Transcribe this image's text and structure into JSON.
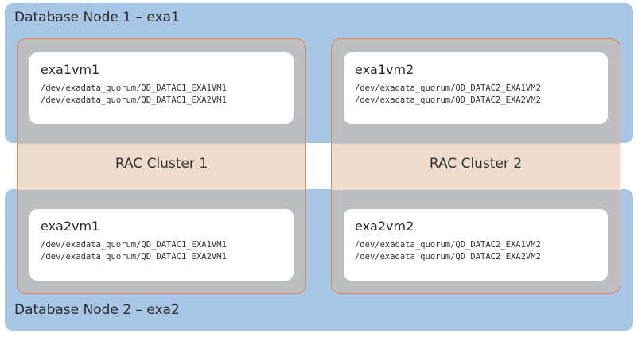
{
  "nodes": [
    {
      "label": "Database Node 1 – exa1"
    },
    {
      "label": "Database Node 2 – exa2"
    }
  ],
  "clusters": [
    {
      "label": "RAC Cluster 1"
    },
    {
      "label": "RAC Cluster 2"
    }
  ],
  "vms": {
    "exa1vm1": {
      "name": "exa1vm1",
      "paths": [
        "/dev/exadata_quorum/QD_DATAC1_EXA1VM1",
        "/dev/exadata_quorum/QD_DATAC1_EXA2VM1"
      ]
    },
    "exa1vm2": {
      "name": "exa1vm2",
      "paths": [
        "/dev/exadata_quorum/QD_DATAC2_EXA1VM2",
        "/dev/exadata_quorum/QD_DATAC2_EXA2VM2"
      ]
    },
    "exa2vm1": {
      "name": "exa2vm1",
      "paths": [
        "/dev/exadata_quorum/QD_DATAC1_EXA1VM1",
        "/dev/exadata_quorum/QD_DATAC1_EXA2VM1"
      ]
    },
    "exa2vm2": {
      "name": "exa2vm2",
      "paths": [
        "/dev/exadata_quorum/QD_DATAC2_EXA1VM2",
        "/dev/exadata_quorum/QD_DATAC2_EXA2VM2"
      ]
    }
  },
  "colors": {
    "node_fill": "#a7c5e4",
    "cluster_border": "#e0875a",
    "cluster_band": "#efdccd",
    "cluster_fill": "#bebebe",
    "vm_card": "#ffffff"
  }
}
